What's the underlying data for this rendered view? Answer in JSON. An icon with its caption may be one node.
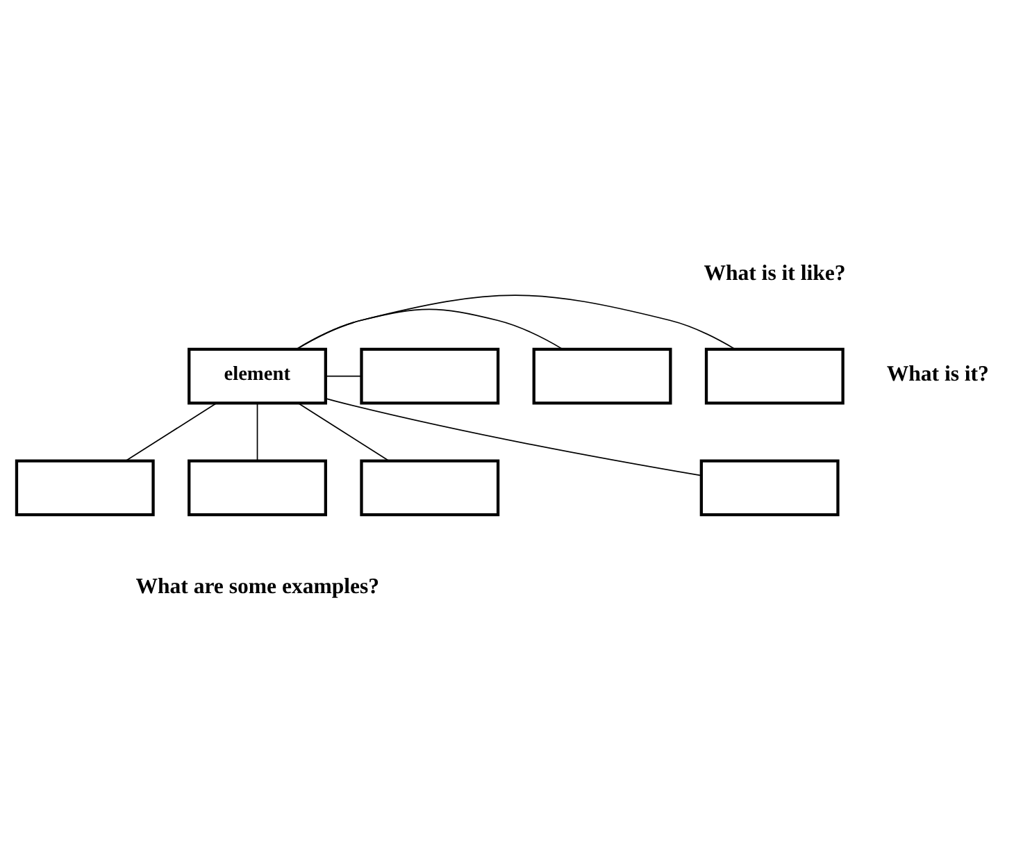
{
  "diagram": {
    "nodes": [
      {
        "text": [],
        "shape": "box"
      },
      {
        "text": [],
        "shape": "box"
      },
      {
        "text": [],
        "shape": "box"
      },
      {
        "text": [
          "element"
        ]
      },
      {
        "text": [],
        "shape": "box"
      },
      {
        "text": [],
        "shape": "box"
      },
      {
        "text": [],
        "shape": "box"
      },
      {
        "text": [],
        "shape": "box"
      }
    ],
    "edges": [
      {
        "from": 3,
        "to": 0,
        "arrow": "none"
      },
      {
        "from": 3,
        "to": 1,
        "arrow": "none"
      },
      {
        "from": 3,
        "to": 2,
        "arrow": "none"
      },
      {
        "from": 3,
        "to": 4,
        "arrow": "none"
      },
      {
        "from": 3,
        "to": 5,
        "arrow": "none"
      },
      {
        "from": 3,
        "to": 6,
        "arrow": "none"
      },
      {
        "from": 3,
        "to": 7,
        "arrow": "none"
      }
    ],
    "labels": [
      "What is it like?",
      "What is it?",
      "What are some examples?"
    ]
  }
}
